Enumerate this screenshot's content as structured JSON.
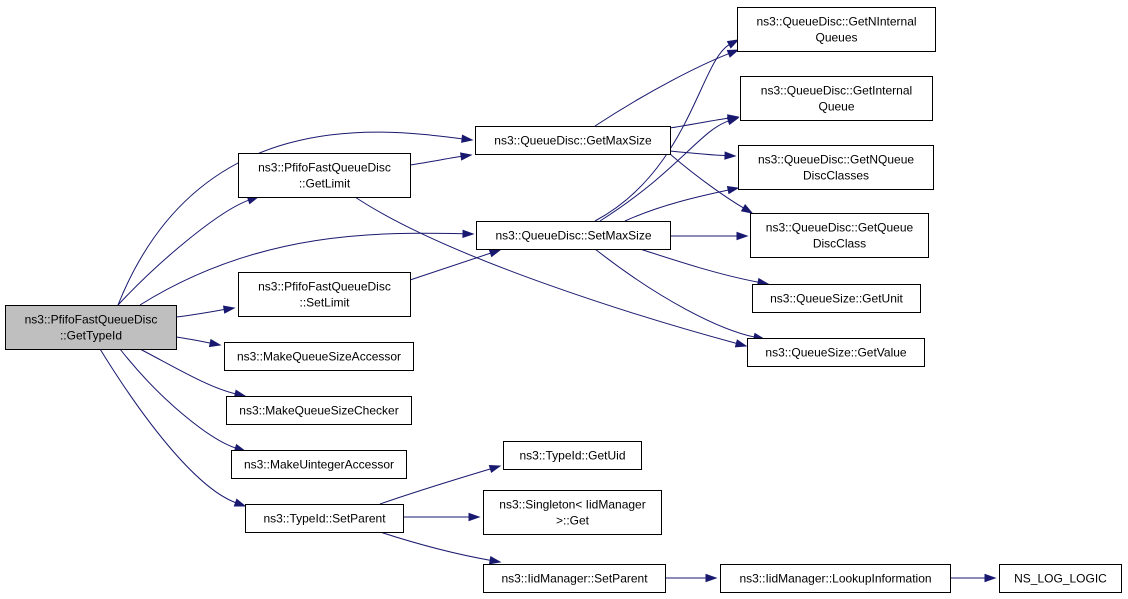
{
  "diagram": {
    "nodes": [
      {
        "id": "root",
        "lines": [
          "ns3::PfifoFastQueueDisc",
          "::GetTypeId"
        ],
        "highlight": true
      },
      {
        "id": "getlimit",
        "lines": [
          "ns3::PfifoFastQueueDisc",
          "::GetLimit"
        ]
      },
      {
        "id": "setlimit",
        "lines": [
          "ns3::PfifoFastQueueDisc",
          "::SetLimit"
        ]
      },
      {
        "id": "mqsa",
        "lines": [
          "ns3::MakeQueueSizeAccessor"
        ]
      },
      {
        "id": "mqsc",
        "lines": [
          "ns3::MakeQueueSizeChecker"
        ]
      },
      {
        "id": "mua",
        "lines": [
          "ns3::MakeUintegerAccessor"
        ]
      },
      {
        "id": "tsetparent",
        "lines": [
          "ns3::TypeId::SetParent"
        ]
      },
      {
        "id": "getmaxsize",
        "lines": [
          "ns3::QueueDisc::GetMaxSize"
        ]
      },
      {
        "id": "setmaxsize",
        "lines": [
          "ns3::QueueDisc::SetMaxSize"
        ]
      },
      {
        "id": "getuid",
        "lines": [
          "ns3::TypeId::GetUid"
        ]
      },
      {
        "id": "singleton",
        "lines": [
          "ns3::Singleton< IidManager",
          ">::Get"
        ]
      },
      {
        "id": "iidsetparent",
        "lines": [
          "ns3::IidManager::SetParent"
        ]
      },
      {
        "id": "getninternal",
        "lines": [
          "ns3::QueueDisc::GetNInternal",
          "Queues"
        ]
      },
      {
        "id": "getinternal",
        "lines": [
          "ns3::QueueDisc::GetInternal",
          "Queue"
        ]
      },
      {
        "id": "getnqueue",
        "lines": [
          "ns3::QueueDisc::GetNQueue",
          "DiscClasses"
        ]
      },
      {
        "id": "getqueue",
        "lines": [
          "ns3::QueueDisc::GetQueue",
          "DiscClass"
        ]
      },
      {
        "id": "getunit",
        "lines": [
          "ns3::QueueSize::GetUnit"
        ]
      },
      {
        "id": "getvalue",
        "lines": [
          "ns3::QueueSize::GetValue"
        ]
      },
      {
        "id": "lookup",
        "lines": [
          "ns3::IidManager::LookupInformation"
        ]
      },
      {
        "id": "nslog",
        "lines": [
          "NS_LOG_LOGIC"
        ]
      }
    ],
    "edges": [
      [
        "root",
        "getmaxsize"
      ],
      [
        "root",
        "getlimit"
      ],
      [
        "root",
        "setmaxsize"
      ],
      [
        "root",
        "setlimit"
      ],
      [
        "root",
        "mqsa"
      ],
      [
        "root",
        "mqsc"
      ],
      [
        "root",
        "mua"
      ],
      [
        "root",
        "tsetparent"
      ],
      [
        "getlimit",
        "getmaxsize"
      ],
      [
        "getlimit",
        "getvalue"
      ],
      [
        "setlimit",
        "setmaxsize"
      ],
      [
        "getmaxsize",
        "getninternal"
      ],
      [
        "getmaxsize",
        "getinternal"
      ],
      [
        "getmaxsize",
        "getnqueue"
      ],
      [
        "getmaxsize",
        "getqueue"
      ],
      [
        "setmaxsize",
        "getninternal"
      ],
      [
        "setmaxsize",
        "getinternal"
      ],
      [
        "setmaxsize",
        "getnqueue"
      ],
      [
        "setmaxsize",
        "getqueue"
      ],
      [
        "setmaxsize",
        "getunit"
      ],
      [
        "setmaxsize",
        "getvalue"
      ],
      [
        "tsetparent",
        "getuid"
      ],
      [
        "tsetparent",
        "singleton"
      ],
      [
        "tsetparent",
        "iidsetparent"
      ],
      [
        "iidsetparent",
        "lookup"
      ],
      [
        "lookup",
        "nslog"
      ]
    ],
    "colors": {
      "edge": "#191970",
      "node_fill": "#ffffff",
      "highlight_fill": "#bfbfbf",
      "border": "#000000"
    }
  }
}
